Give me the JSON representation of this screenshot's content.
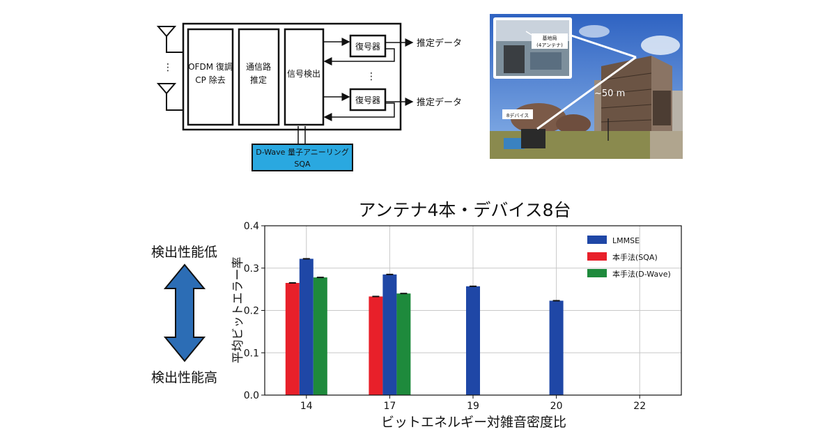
{
  "diagram": {
    "ofdm_line1": "OFDM 復調",
    "ofdm_line2": "CP 除去",
    "channel_line1": "通信路",
    "channel_line2": "推定",
    "detect": "信号検出",
    "decoder1": "復号器",
    "decoder2": "復号器",
    "output1": "推定データ",
    "output2": "推定データ",
    "dots_left": "⋮",
    "dots_mid": "⋮",
    "annealer_line1": "D-Wave 量子アニーリング",
    "annealer_line2": "SQA",
    "colors": {
      "annealer_fill": "#2aa8e0"
    }
  },
  "photo": {
    "label_base_line1": "基地局",
    "label_base_line2": "(4アンテナ)",
    "label_distance": "~50 m",
    "label_devices": "8デバイス"
  },
  "performance": {
    "low": "検出性能低",
    "high": "検出性能高"
  },
  "chart_data": {
    "type": "bar",
    "title": "アンテナ4本・デバイス8台",
    "xlabel": "ビットエネルギー対雑音密度比",
    "ylabel": "平均ビットエラー率",
    "categories": [
      "14",
      "17",
      "19",
      "20",
      "22"
    ],
    "ylim": [
      0,
      0.4
    ],
    "yticks": [
      "0.0",
      "0.1",
      "0.2",
      "0.3",
      "0.4"
    ],
    "grid": true,
    "legend_position": "top-right",
    "series": [
      {
        "name": "LMMSE",
        "color": "#1f47a6",
        "values": [
          0.322,
          0.285,
          0.257,
          0.223,
          0.0
        ]
      },
      {
        "name": "本手法(SQA)",
        "color": "#e8202a",
        "values": [
          0.265,
          0.233,
          0.0,
          0.0,
          0.0
        ]
      },
      {
        "name": "本手法(D-Wave)",
        "color": "#1e8a3c",
        "values": [
          0.278,
          0.24,
          0.0,
          0.0,
          0.0
        ]
      }
    ]
  }
}
